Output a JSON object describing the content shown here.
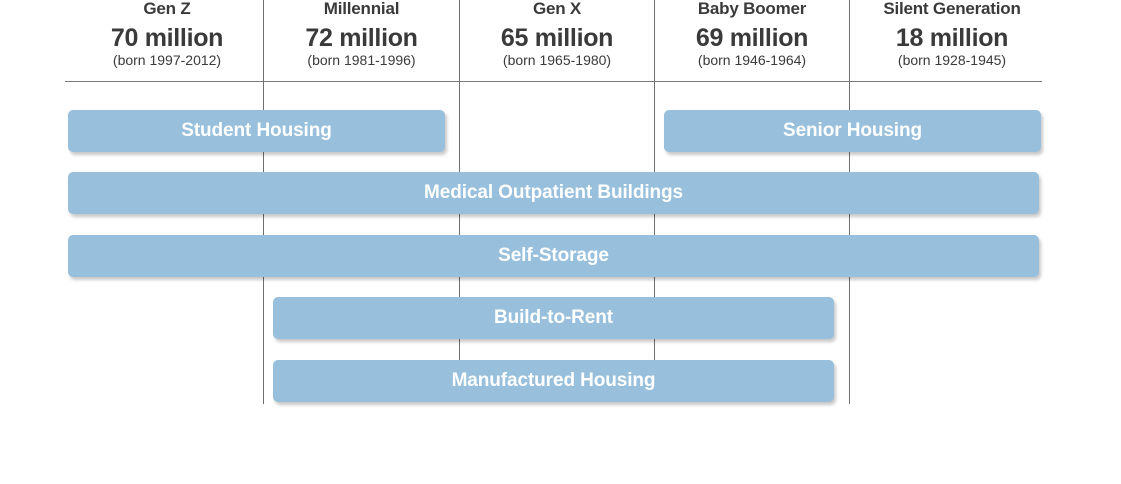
{
  "generations": [
    {
      "name": "Gen Z",
      "count": "70 million",
      "born": "(born 1997-2012)"
    },
    {
      "name": "Millennial",
      "count": "72 million",
      "born": "(born 1981-1996)"
    },
    {
      "name": "Gen X",
      "count": "65 million",
      "born": "(born 1965-1980)"
    },
    {
      "name": "Baby Boomer",
      "count": "69 million",
      "born": "(born 1946-1964)"
    },
    {
      "name": "Silent Generation",
      "count": "18 million",
      "born": "(born 1928-1945)"
    }
  ],
  "property_types": [
    {
      "label": "Student Housing",
      "generations": [
        "Gen Z",
        "Millennial"
      ]
    },
    {
      "label": "Senior Housing",
      "generations": [
        "Baby Boomer",
        "Silent Generation"
      ]
    },
    {
      "label": "Medical Outpatient Buildings",
      "generations": [
        "Gen Z",
        "Millennial",
        "Gen X",
        "Baby Boomer",
        "Silent Generation"
      ]
    },
    {
      "label": "Self-Storage",
      "generations": [
        "Gen Z",
        "Millennial",
        "Gen X",
        "Baby Boomer",
        "Silent Generation"
      ]
    },
    {
      "label": "Build-to-Rent",
      "generations": [
        "Millennial",
        "Gen X",
        "Baby Boomer"
      ]
    },
    {
      "label": "Manufactured Housing",
      "generations": [
        "Millennial",
        "Gen X",
        "Baby Boomer"
      ]
    }
  ],
  "colors": {
    "bar_fill": "#98c0dc",
    "bar_text": "#ffffff",
    "header_text": "#3a3a3a",
    "rule": "#7a7a7a"
  }
}
